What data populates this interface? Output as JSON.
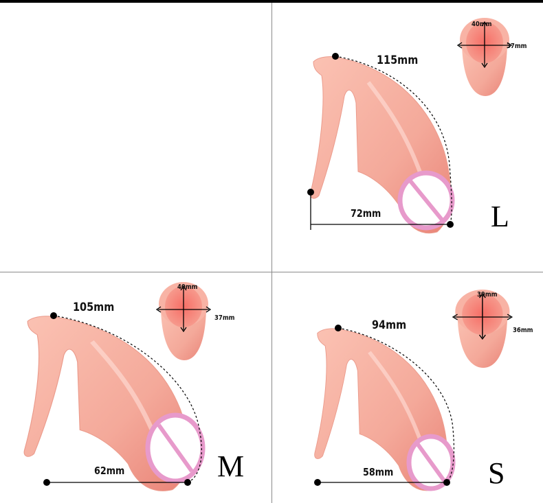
{
  "colors": {
    "skin": "#f4a99a",
    "skin_dark": "#e98377",
    "ring": "#e79acb",
    "line": "#000000"
  },
  "panels": [
    {
      "size": "L",
      "arc_length": "115mm",
      "base_width": "72mm",
      "cup_height": "40mm",
      "cup_width": "37mm"
    },
    {
      "size": "M",
      "arc_length": "105mm",
      "base_width": "62mm",
      "cup_height": "40mm",
      "cup_width": "37mm"
    },
    {
      "size": "S",
      "arc_length": "94mm",
      "base_width": "58mm",
      "cup_height": "39mm",
      "cup_width": "36mm"
    }
  ]
}
